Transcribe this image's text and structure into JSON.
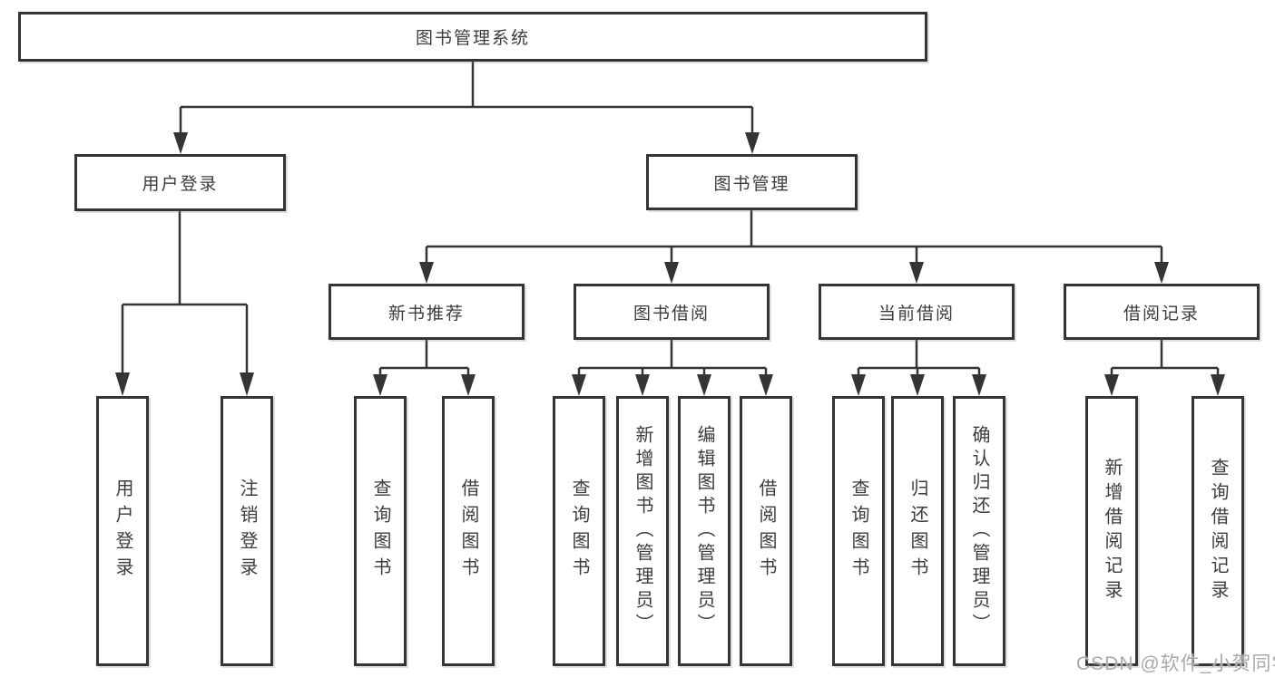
{
  "diagram": {
    "title": "图书管理系统",
    "colors": {
      "line": "#343434",
      "box_border": "#343434",
      "box_background": "#ffffff",
      "text": "#3c3c3c",
      "watermark": "#a9a9a9"
    },
    "tree": {
      "root": {
        "label": "图书管理系统",
        "children": [
          {
            "label": "用户登录",
            "children": [
              {
                "label": "用户登录"
              },
              {
                "label": "注销登录"
              }
            ]
          },
          {
            "label": "图书管理",
            "children": [
              {
                "label": "新书推荐",
                "children": [
                  {
                    "label": "查询图书"
                  },
                  {
                    "label": "借阅图书"
                  }
                ]
              },
              {
                "label": "图书借阅",
                "children": [
                  {
                    "label": "查询图书"
                  },
                  {
                    "label": "新增图书（管理员）"
                  },
                  {
                    "label": "编辑图书（管理员）"
                  },
                  {
                    "label": "借阅图书"
                  }
                ]
              },
              {
                "label": "当前借阅",
                "children": [
                  {
                    "label": "查询图书"
                  },
                  {
                    "label": "归还图书"
                  },
                  {
                    "label": "确认归还（管理员）"
                  }
                ]
              },
              {
                "label": "借阅记录",
                "children": [
                  {
                    "label": "新增借阅记录"
                  },
                  {
                    "label": "查询借阅记录"
                  }
                ]
              }
            ]
          }
        ]
      }
    },
    "watermark": {
      "text": "CSDN @软件_小贺同学"
    }
  }
}
